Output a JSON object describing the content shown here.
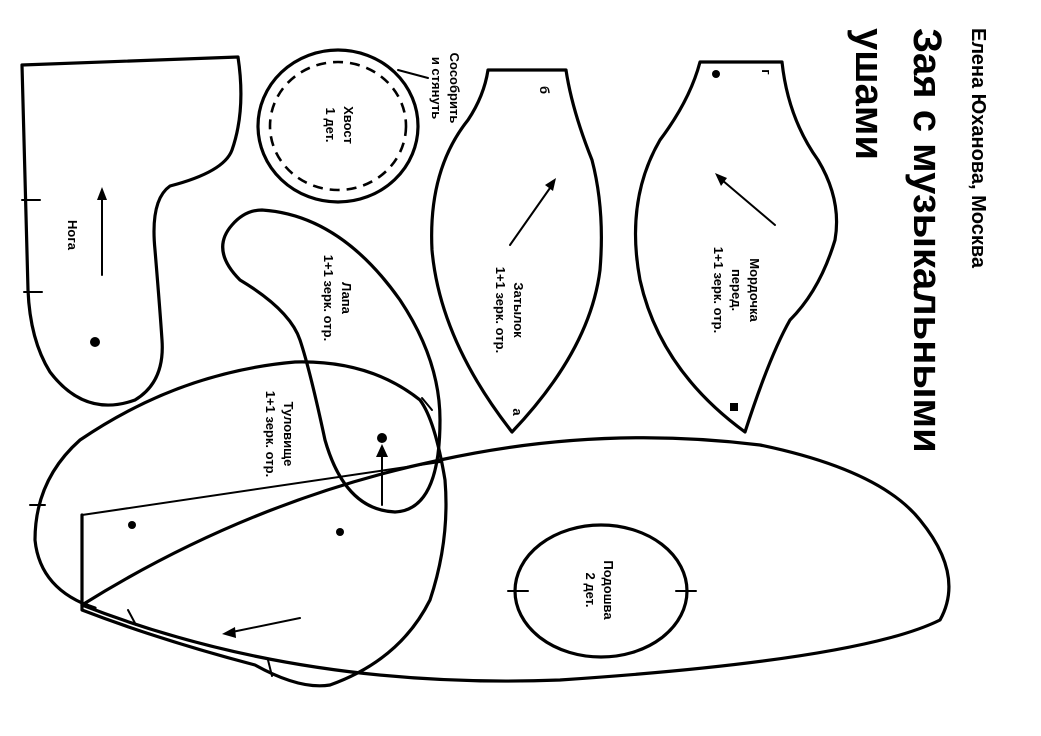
{
  "title": {
    "author": "Елена Юханова, Москва",
    "line1": "Зая с музыкальными",
    "line2": "ушами"
  },
  "pieces": {
    "tail": {
      "line1": "Хвост",
      "line2": "1 дет."
    },
    "tail_note": {
      "line1": "Сособрить",
      "line2": "и стянуть"
    },
    "leg": {
      "name": "Нога"
    },
    "paw": {
      "line1": "Лапа",
      "line2": "1+1 зерк. отр."
    },
    "torso": {
      "line1": "Туловище",
      "line2": "1+1 зерк. отр."
    },
    "nape": {
      "line1": "Затылок",
      "line2": "1+1 зерк. отр."
    },
    "muzzle": {
      "line1": "Мордочка",
      "line2": "перед.",
      "line3": "1+1 зерк. отр."
    },
    "sole": {
      "line1": "Подошва",
      "line2": "2 дет."
    }
  },
  "markers": {
    "a": "а",
    "b": "б",
    "g": "г"
  },
  "colors": {
    "ink": "#000000",
    "paper": "#ffffff"
  }
}
